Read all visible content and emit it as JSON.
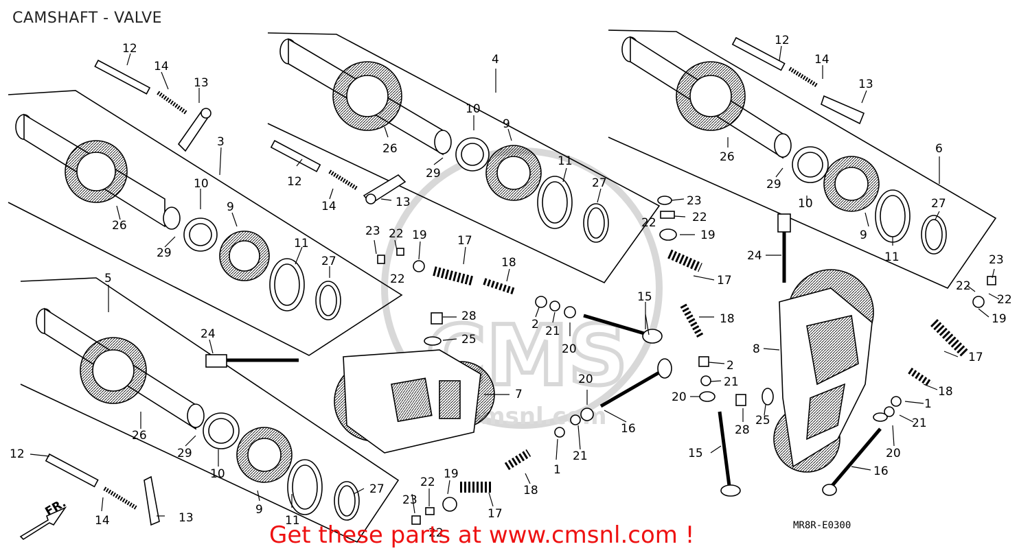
{
  "title": "CAMSHAFT - VALVE",
  "diagram_code": "MR8R-E0300",
  "direction_label": "FR.",
  "cta": "Get these parts at www.cmsnl.com !",
  "watermark": {
    "big": "CMS",
    "small": "cmsnl.com"
  },
  "part_labels": [
    "1",
    "2",
    "3",
    "4",
    "5",
    "6",
    "7",
    "8",
    "9",
    "10",
    "11",
    "12",
    "13",
    "14",
    "15",
    "16",
    "17",
    "18",
    "19",
    "20",
    "21",
    "22",
    "23",
    "24",
    "25",
    "26",
    "27",
    "28",
    "29"
  ],
  "accent_color": "#ee1111"
}
